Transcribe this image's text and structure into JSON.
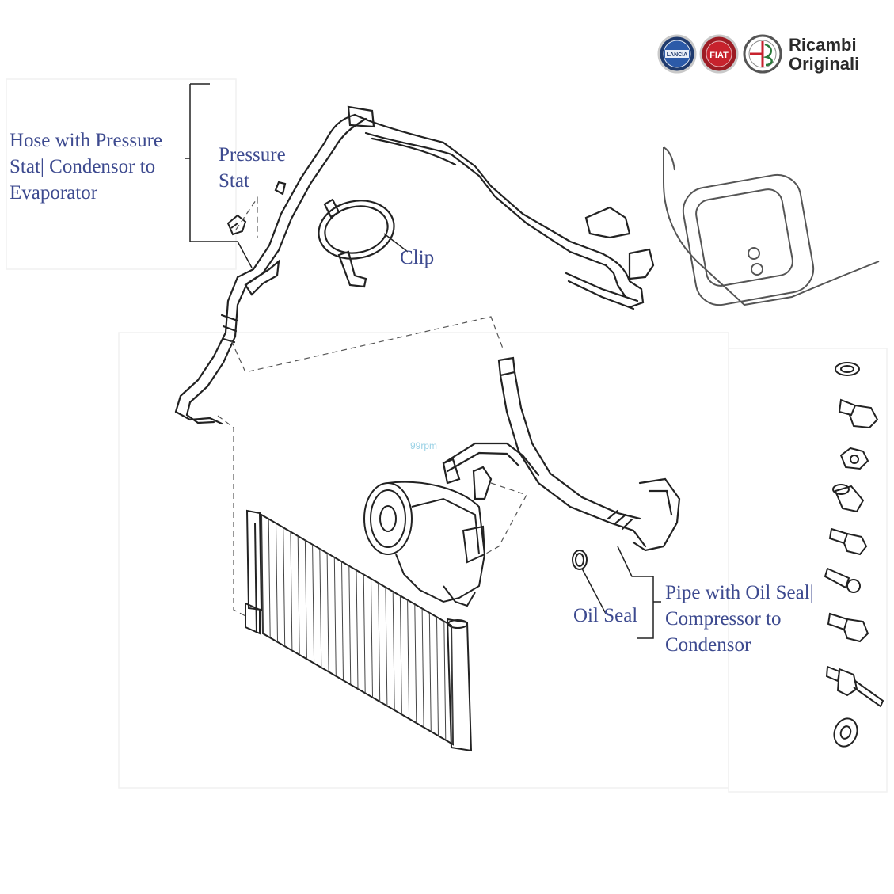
{
  "branding": {
    "line1": "Ricambi",
    "line2": "Originali",
    "lancia": "LANCIA",
    "fiat": "FIAT",
    "alfa": "ALFA ROMEO"
  },
  "labels": {
    "hose_line1": "Hose with Pressure",
    "hose_line2": "Stat| Condensor to",
    "hose_line3": "Evaporator",
    "stat_line1": "Pressure",
    "stat_line2": "Stat",
    "clip": "Clip",
    "oil_seal": "Oil Seal",
    "pipe_line1": "Pipe with Oil Seal|",
    "pipe_line2": "Compressor to",
    "pipe_line3": "Condensor"
  },
  "watermark": "99rpm"
}
